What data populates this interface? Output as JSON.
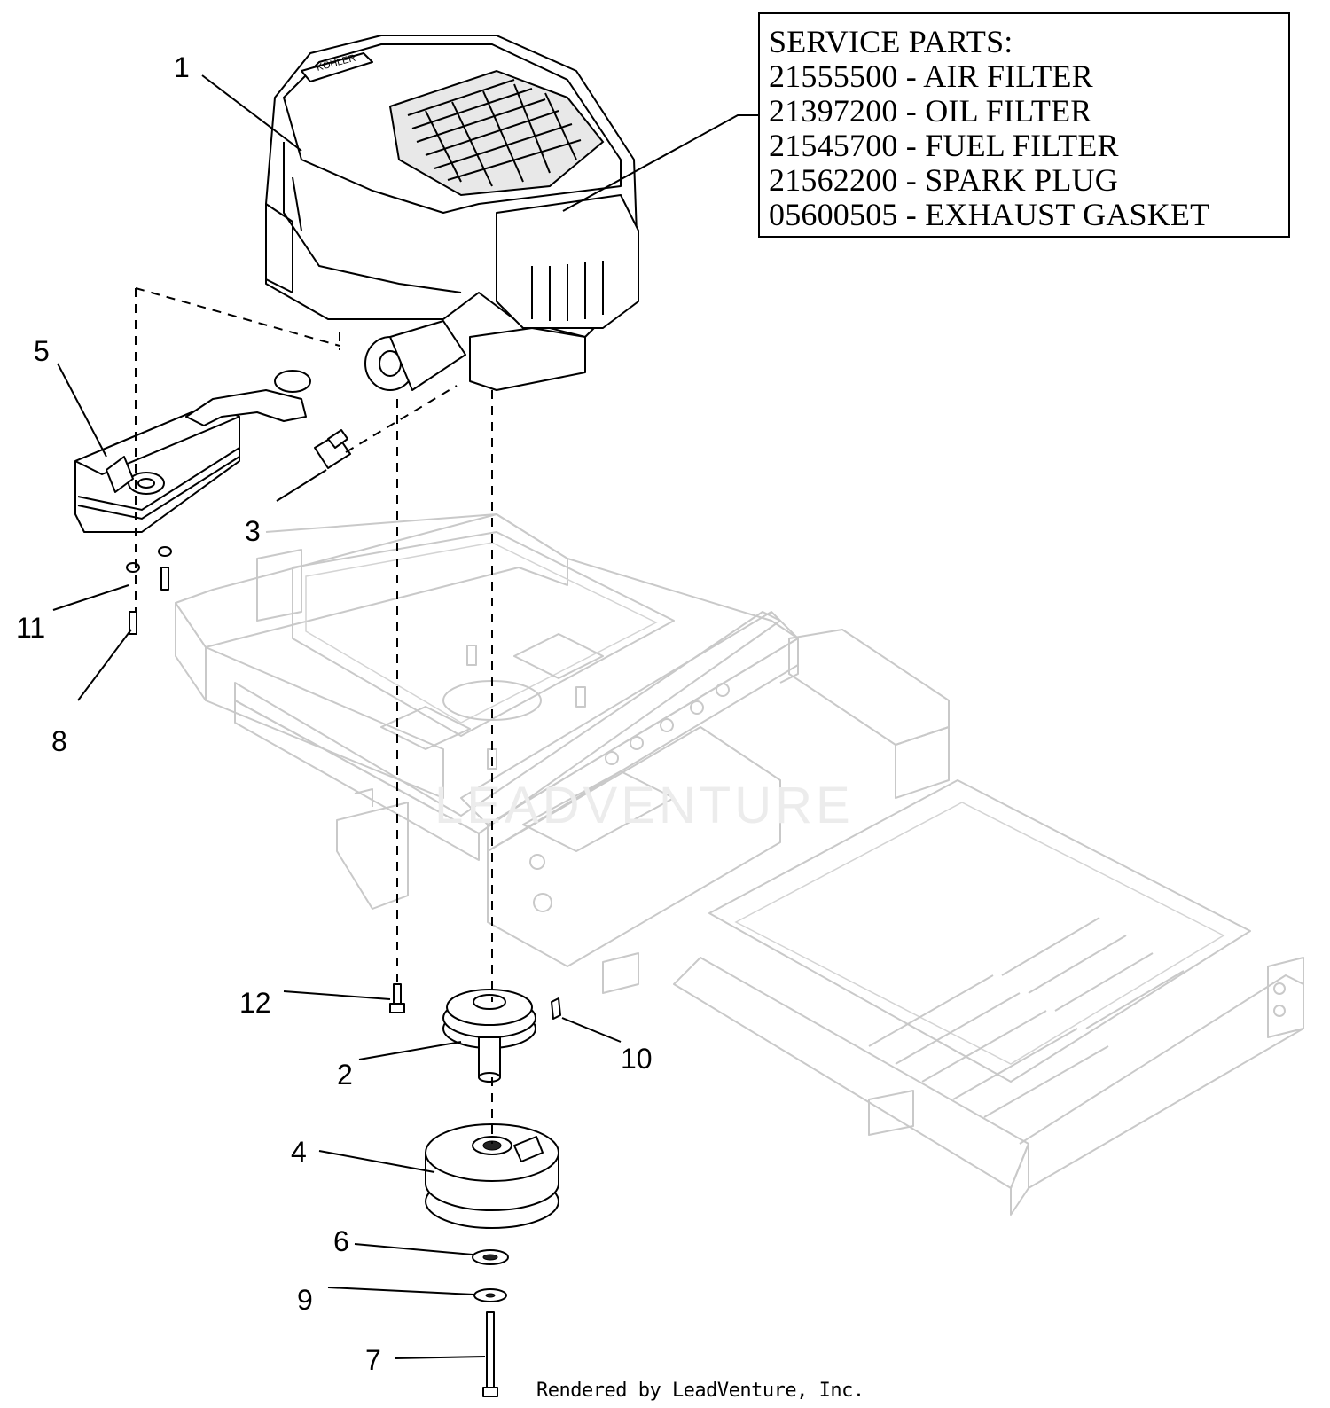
{
  "service_parts": {
    "heading": "SERVICE PARTS:",
    "items": [
      "21555500 - AIR FILTER",
      "21397200 - OIL FILTER",
      "21545700 - FUEL FILTER",
      "21562200 - SPARK PLUG",
      "05600505 - EXHAUST GASKET"
    ]
  },
  "callouts": {
    "c1": "1",
    "c2": "2",
    "c3": "3",
    "c4": "4",
    "c5": "5",
    "c6": "6",
    "c7": "7",
    "c8": "8",
    "c9": "9",
    "c10": "10",
    "c11": "11",
    "c12": "12"
  },
  "watermark": "LEADVENTURE",
  "engine_brand": "KOHLER",
  "footer": "Rendered by LeadVenture, Inc."
}
